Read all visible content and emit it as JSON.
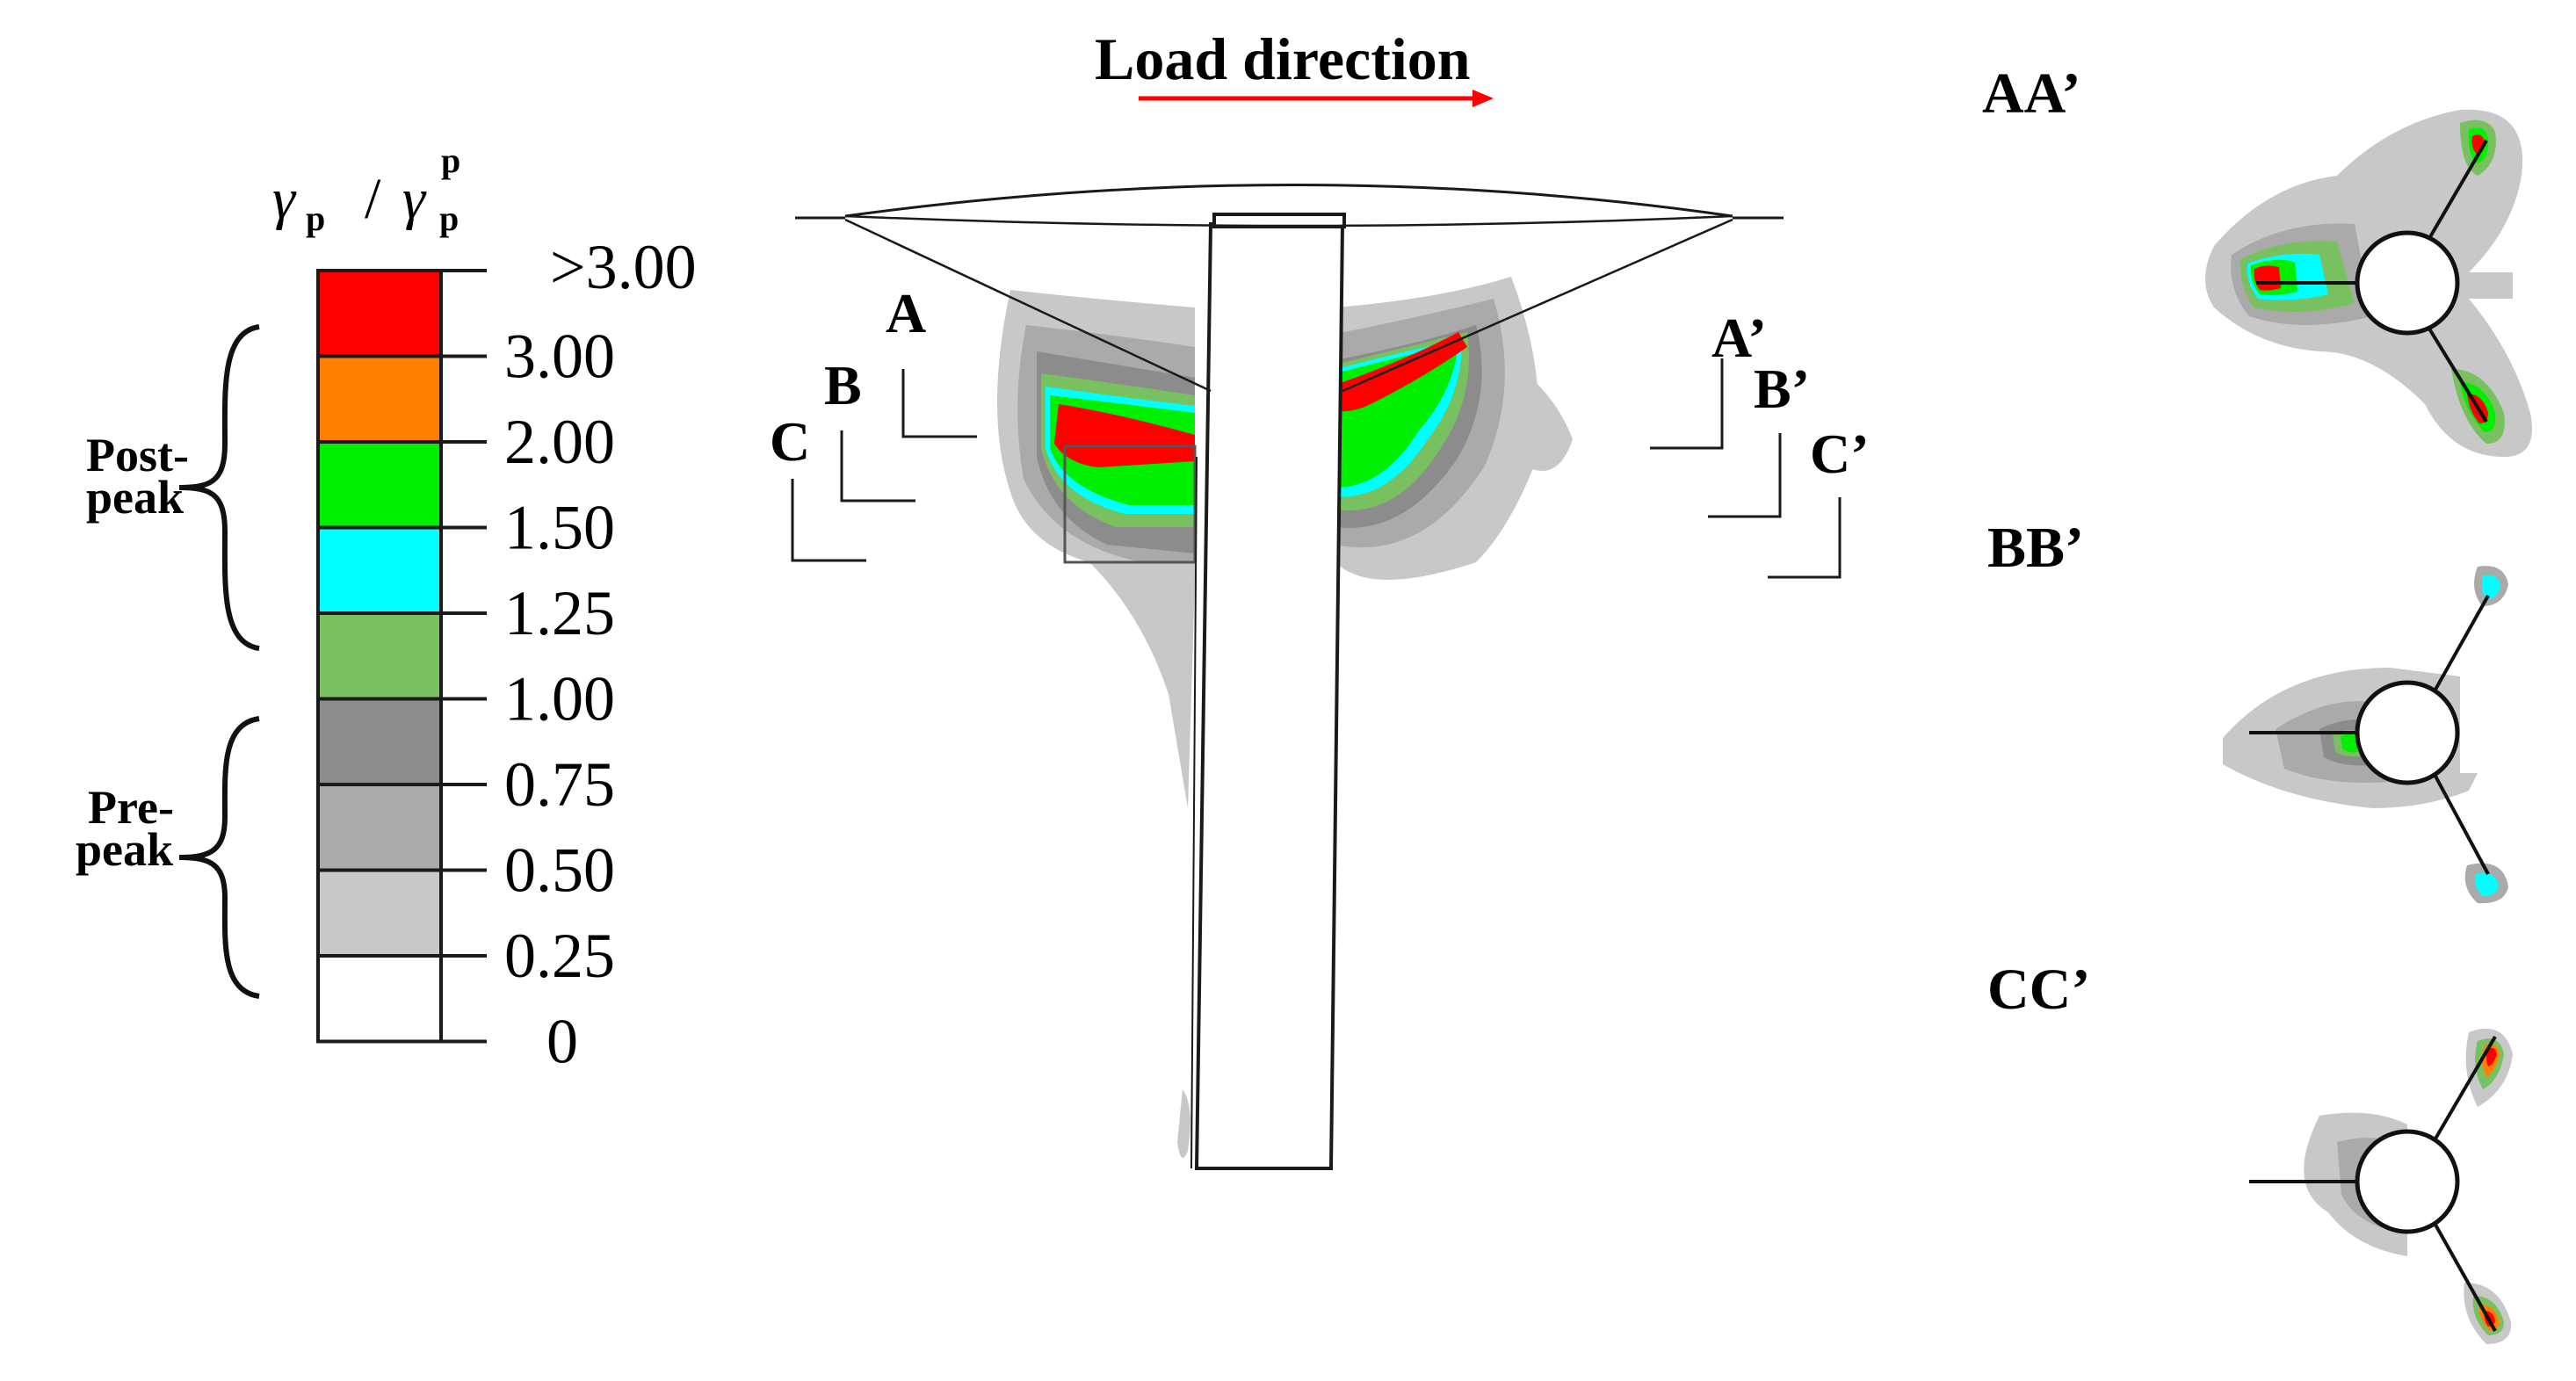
{
  "legend": {
    "title_symbol": "γ",
    "title_sub": "p",
    "title_sep": "/",
    "title_den_sup": "p",
    "title_den_sub": "p",
    "bins": [
      {
        "color": "#ff0000"
      },
      {
        "color": "#ff8000"
      },
      {
        "color": "#00ee00"
      },
      {
        "color": "#00ffff"
      },
      {
        "color": "#78c060"
      },
      {
        "color": "#8c8c8c"
      },
      {
        "color": "#aaaaaa"
      },
      {
        "color": "#c8c8c8"
      },
      {
        "color": "#ffffff"
      }
    ],
    "tick_labels": [
      "3.00",
      "2.00",
      "1.50",
      "1.25",
      "1.00",
      "0.75",
      "0.50",
      "0.25",
      "0"
    ],
    "top_label": ">3.00",
    "group_post": [
      "Post-",
      "peak"
    ],
    "group_pre": [
      "Pre-",
      "peak"
    ]
  },
  "load": {
    "label": "Load direction",
    "arrow_color": "#ff0000"
  },
  "section_markers": {
    "left": [
      "A",
      "B",
      "C"
    ],
    "right": [
      "A’",
      "B’",
      "C’"
    ]
  },
  "sections": [
    {
      "label": "AA’"
    },
    {
      "label": "BB’"
    },
    {
      "label": "CC’"
    }
  ],
  "colors": {
    "outline": "#1a1a1a",
    "light_grey": "#c8c8c8",
    "mid_grey": "#aaaaaa",
    "dark_grey": "#8c8c8c",
    "pale_green": "#78c060",
    "cyan": "#00ffff",
    "green": "#00ee00",
    "orange": "#ff8000",
    "red": "#ff0000"
  }
}
